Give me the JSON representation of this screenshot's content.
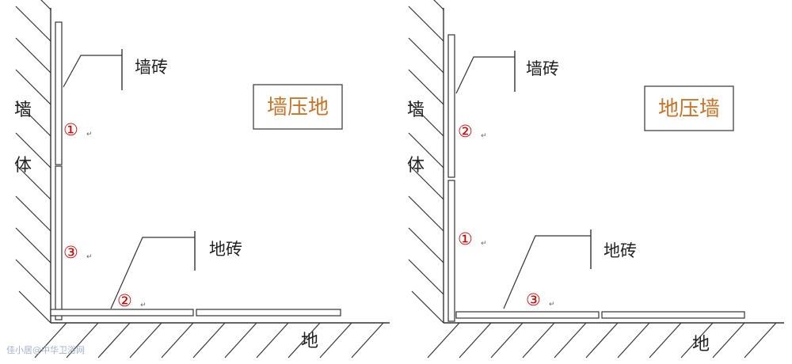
{
  "panels": [
    {
      "id": "left",
      "title": "墙压地",
      "wall_label_top": "墙",
      "wall_label_bottom": "体",
      "wall_tile_label": "墙砖",
      "floor_tile_label": "地砖",
      "ground_label": "地",
      "markers": [
        {
          "id": "upper-wall",
          "text": "①"
        },
        {
          "id": "lower-wall",
          "text": "③"
        },
        {
          "id": "floor",
          "text": "②"
        }
      ]
    },
    {
      "id": "right",
      "title": "地压墙",
      "wall_label_top": "墙",
      "wall_label_bottom": "体",
      "wall_tile_label": "墙砖",
      "floor_tile_label": "地砖",
      "ground_label": "地",
      "markers": [
        {
          "id": "upper-wall",
          "text": "②"
        },
        {
          "id": "lower-wall",
          "text": "①"
        },
        {
          "id": "floor",
          "text": "③"
        }
      ]
    }
  ],
  "watermark": "佳小居@中华卫浴网",
  "colors": {
    "line": "#333333",
    "title": "#c8742a",
    "marker": "#cc0000",
    "return_mark": "#666666",
    "watermark": "#9aa9c4"
  }
}
